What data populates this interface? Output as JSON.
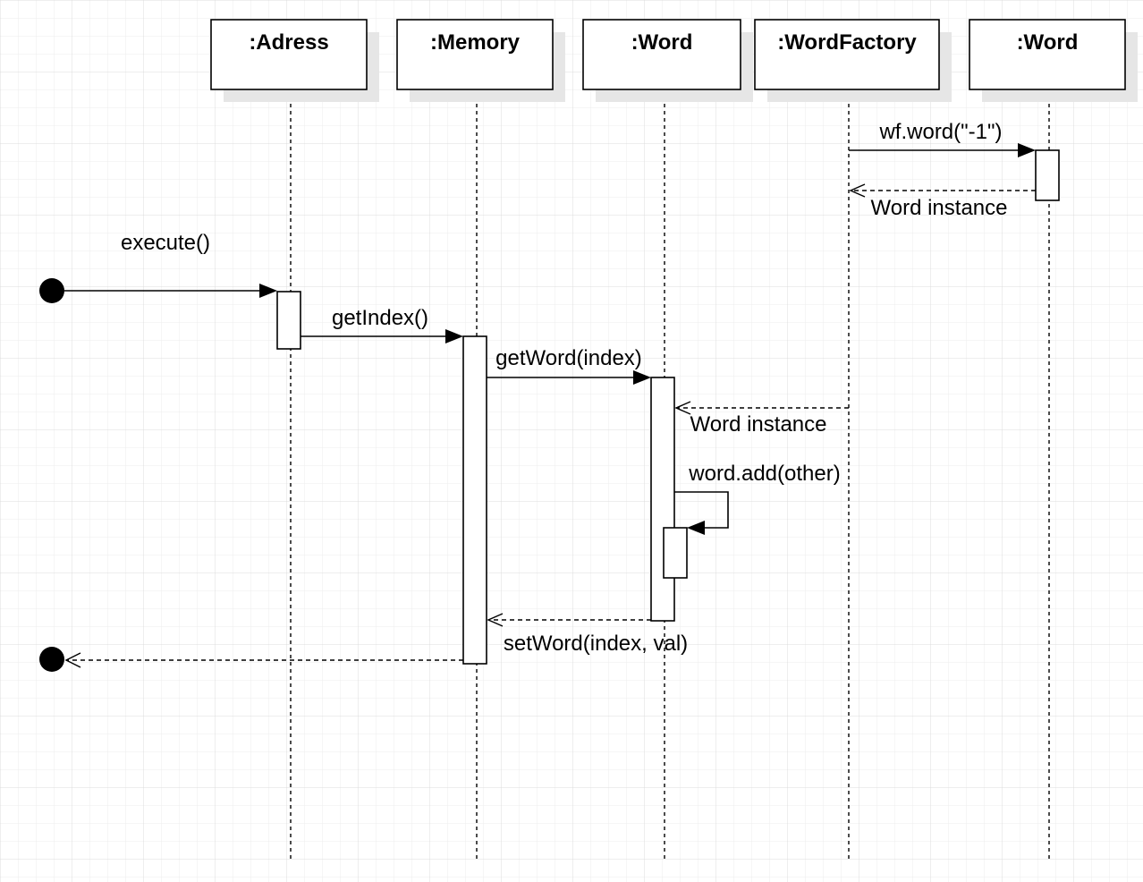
{
  "diagram": {
    "type": "sequence",
    "participants": [
      {
        "name": ":Adress"
      },
      {
        "name": ":Memory"
      },
      {
        "name": ":Word"
      },
      {
        "name": ":WordFactory"
      },
      {
        "name": ":Word"
      }
    ],
    "messages": {
      "execute": "execute()",
      "get_index": "getIndex()",
      "get_word": "getWord(index)",
      "wf_word": "wf.word(\"-1\")",
      "word_instance_top": "Word instance",
      "word_instance_mid": "Word instance",
      "word_add": "word.add(other)",
      "set_word": "setWord(index, val)"
    }
  }
}
